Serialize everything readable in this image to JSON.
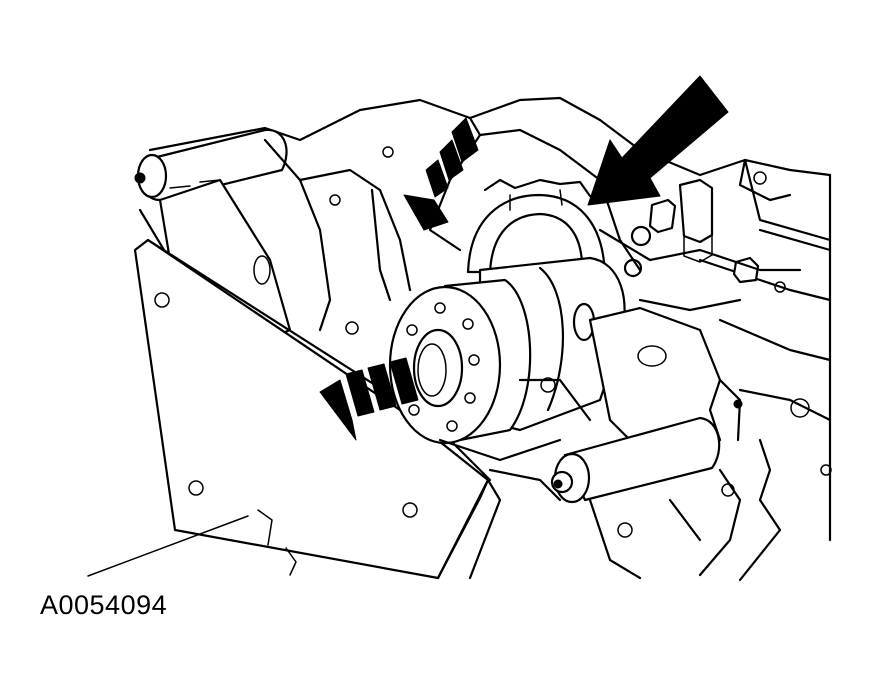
{
  "figure": {
    "reference_code": "A0054094"
  },
  "icons": {
    "large_arrow": "solid-arrow-pointing-down-left",
    "dashed_arrow_top": "dashed-arrow-pointing-down-left",
    "dashed_arrow_left": "dashed-arrow-pointing-left"
  },
  "colors": {
    "line": "#000000",
    "background": "#ffffff"
  }
}
